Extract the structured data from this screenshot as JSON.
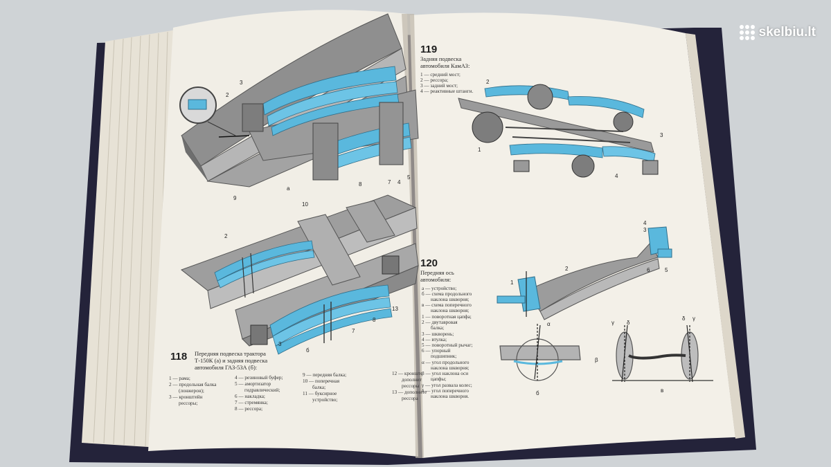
{
  "watermark": {
    "text": "skelbiu.lt",
    "icon": "dots-grid-icon"
  },
  "left_page": {
    "label_a": "а",
    "label_b": "б",
    "part_numbers_top": [
      "2",
      "3",
      "9",
      "8",
      "7",
      "4",
      "5"
    ],
    "part_numbers_bottom": [
      "10",
      "2",
      "13",
      "8",
      "7",
      "3"
    ],
    "figure": {
      "number": "118",
      "caption": [
        "Передняя подвеска трактора",
        "Т-150К (а) и задняя подвеска",
        "автомобиля ГАЗ-53А (б):"
      ]
    },
    "legend_columns": [
      [
        "1 — рама;",
        "2 — продольная балка",
        "(лонжерон);",
        "3 — кронштейн",
        "рессоры;"
      ],
      [
        "4 — резиновый буфер;",
        "5 — амортизатор",
        "гидравлический;",
        "6 — накладка;",
        "7 — стремянка;",
        "8 — рессора;"
      ],
      [
        "9 — передняя балка;",
        "10 — поперечная",
        "балка;",
        "11 — буксирное",
        "устройство;"
      ],
      [
        "12 — кронште",
        "дополнит",
        "рессоры",
        "13 — дополните",
        "рессора"
      ]
    ]
  },
  "right_page": {
    "fig119": {
      "number": "119",
      "caption": [
        "Задняя подвеска",
        "автомобиля КамАЗ:"
      ],
      "legend": [
        "1 — средний мост;",
        "2 — рессора;",
        "3 — задний мост;",
        "4 — реактивные штанги."
      ],
      "part_numbers": [
        "2",
        "3",
        "1",
        "4"
      ]
    },
    "fig120": {
      "number": "120",
      "caption": [
        "Передняя ось",
        "автомобиля:"
      ],
      "legend": [
        "а — устройство;",
        "б — схема продольного",
        "наклона шкворня;",
        "в — схема поперечного",
        "наклона шкворня;",
        "1 — поворотная цапфа;",
        "2 — двутавровая",
        "балка;",
        "3 — шкворень;",
        "4 — втулка;",
        "5 — поворотный рычаг;",
        "6 — упорный",
        "подшипник;",
        "α — угол продольного",
        "наклона шкворня;",
        "β — угол наклона оси",
        "цапфы;",
        "γ — угол развала колес;",
        "δ — угол поперечного",
        "наклона шкворня."
      ],
      "part_numbers": [
        "4",
        "3",
        "2",
        "1",
        "6",
        "5"
      ],
      "label_b": "б",
      "label_v": "в",
      "greek": [
        "α",
        "γ",
        "δ",
        "δ",
        "γ",
        "β"
      ]
    }
  },
  "colors": {
    "paper": "#f1eee6",
    "binding": "#24233a",
    "highlight_blue": "#5ab8dd",
    "frame_gray": "#8a8a8a"
  }
}
